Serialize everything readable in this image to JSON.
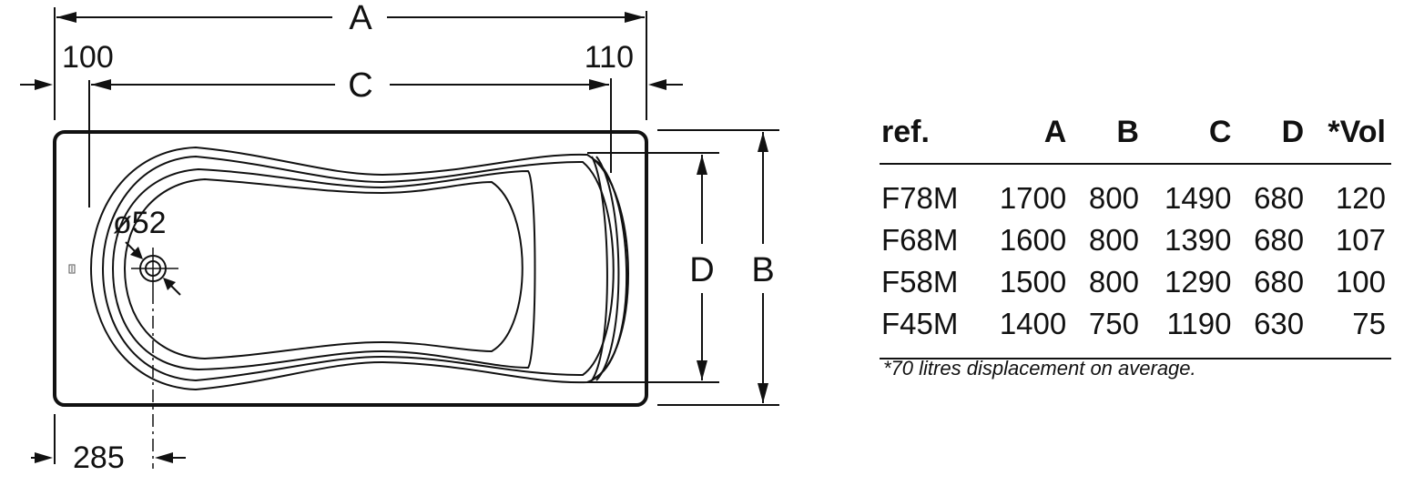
{
  "diagram": {
    "labels": {
      "a": "A",
      "b": "B",
      "c": "C",
      "d": "D",
      "left_offset": "100",
      "right_offset": "110",
      "drain_offset": "285",
      "drain_diameter": "ø52"
    }
  },
  "table": {
    "headers": [
      "ref.",
      "A",
      "B",
      "C",
      "D",
      "*Vol"
    ],
    "rows": [
      [
        "F78M",
        "1700",
        "800",
        "1490",
        "680",
        "120"
      ],
      [
        "F68M",
        "1600",
        "800",
        "1390",
        "680",
        "107"
      ],
      [
        "F58M",
        "1500",
        "800",
        "1290",
        "680",
        "100"
      ],
      [
        "F45M",
        "1400",
        "750",
        "1190",
        "630",
        "75"
      ]
    ],
    "footnote": "*70 litres displacement on average."
  }
}
